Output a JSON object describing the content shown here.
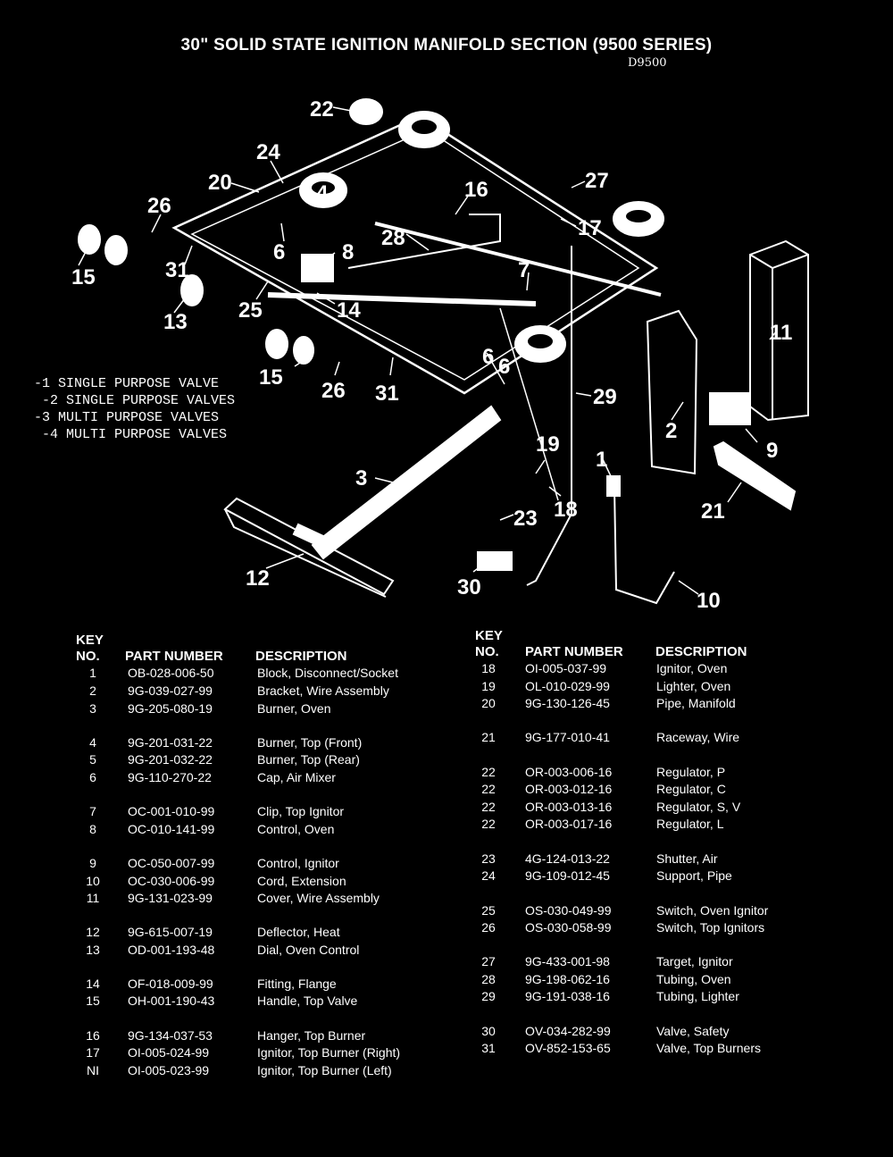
{
  "title": "30\" SOLID STATE IGNITION MANIFOLD SECTION (9500 SERIES)",
  "diagram_code": "D9500",
  "legend": [
    "-1 SINGLE PURPOSE VALVE",
    " -2 SINGLE PURPOSE VALVES",
    "-3 MULTI PURPOSE VALVES",
    " -4 MULTI PURPOSE VALVES"
  ],
  "callouts": [
    "22",
    "24",
    "20",
    "26",
    "15",
    "31",
    "13",
    "6",
    "8",
    "28",
    "25",
    "14",
    "16",
    "27",
    "17",
    "7",
    "11",
    "6",
    "15",
    "26",
    "31",
    "29",
    "2",
    "3",
    "19",
    "1",
    "18",
    "9",
    "21",
    "12",
    "23",
    "30",
    "10",
    "4",
    "6"
  ],
  "headers": {
    "key_line1": "KEY",
    "key_line2": "NO.",
    "part_number": "PART NUMBER",
    "description": "DESCRIPTION"
  },
  "left_parts": [
    {
      "key": "1",
      "part": "OB-028-006-50",
      "desc": "Block, Disconnect/Socket"
    },
    {
      "key": "2",
      "part": "9G-039-027-99",
      "desc": "Bracket, Wire Assembly"
    },
    {
      "key": "3",
      "part": "9G-205-080-19",
      "desc": "Burner, Oven"
    },
    {
      "key": "4",
      "part": "9G-201-031-22",
      "desc": "Burner, Top (Front)"
    },
    {
      "key": "5",
      "part": "9G-201-032-22",
      "desc": "Burner, Top (Rear)"
    },
    {
      "key": "6",
      "part": "9G-110-270-22",
      "desc": "Cap, Air Mixer"
    },
    {
      "key": "7",
      "part": "OC-001-010-99",
      "desc": "Clip, Top Ignitor"
    },
    {
      "key": "8",
      "part": "OC-010-141-99",
      "desc": "Control, Oven"
    },
    {
      "key": "9",
      "part": "OC-050-007-99",
      "desc": "Control, Ignitor"
    },
    {
      "key": "10",
      "part": "OC-030-006-99",
      "desc": "Cord, Extension"
    },
    {
      "key": "11",
      "part": "9G-131-023-99",
      "desc": "Cover, Wire Assembly"
    },
    {
      "key": "12",
      "part": "9G-615-007-19",
      "desc": "Deflector, Heat"
    },
    {
      "key": "13",
      "part": "OD-001-193-48",
      "desc": "Dial, Oven Control"
    },
    {
      "key": "14",
      "part": "OF-018-009-99",
      "desc": "Fitting, Flange"
    },
    {
      "key": "15",
      "part": "OH-001-190-43",
      "desc": "Handle, Top Valve"
    },
    {
      "key": "16",
      "part": "9G-134-037-53",
      "desc": "Hanger, Top Burner"
    },
    {
      "key": "17",
      "part": "OI-005-024-99",
      "desc": "Ignitor, Top Burner (Right)"
    },
    {
      "key": "NI",
      "part": "OI-005-023-99",
      "desc": "Ignitor, Top Burner (Left)"
    }
  ],
  "right_parts": [
    {
      "key": "18",
      "part": "OI-005-037-99",
      "desc": "Ignitor, Oven"
    },
    {
      "key": "19",
      "part": "OL-010-029-99",
      "desc": "Lighter, Oven"
    },
    {
      "key": "20",
      "part": "9G-130-126-45",
      "desc": "Pipe, Manifold"
    },
    {
      "key": "21",
      "part": "9G-177-010-41",
      "desc": "Raceway, Wire"
    },
    {
      "key": "22",
      "part": "OR-003-006-16",
      "desc": "Regulator, P"
    },
    {
      "key": "22",
      "part": "OR-003-012-16",
      "desc": "Regulator, C"
    },
    {
      "key": "22",
      "part": "OR-003-013-16",
      "desc": "Regulator, S, V"
    },
    {
      "key": "22",
      "part": "OR-003-017-16",
      "desc": "Regulator, L"
    },
    {
      "key": "23",
      "part": "4G-124-013-22",
      "desc": "Shutter, Air"
    },
    {
      "key": "24",
      "part": "9G-109-012-45",
      "desc": "Support, Pipe"
    },
    {
      "key": "25",
      "part": "OS-030-049-99",
      "desc": "Switch, Oven Ignitor"
    },
    {
      "key": "26",
      "part": "OS-030-058-99",
      "desc": "Switch, Top Ignitors"
    },
    {
      "key": "27",
      "part": "9G-433-001-98",
      "desc": "Target, Ignitor"
    },
    {
      "key": "28",
      "part": "9G-198-062-16",
      "desc": "Tubing, Oven"
    },
    {
      "key": "29",
      "part": "9G-191-038-16",
      "desc": "Tubing, Lighter"
    },
    {
      "key": "30",
      "part": "OV-034-282-99",
      "desc": "Valve, Safety"
    },
    {
      "key": "31",
      "part": "OV-852-153-65",
      "desc": "Valve, Top Burners"
    }
  ]
}
